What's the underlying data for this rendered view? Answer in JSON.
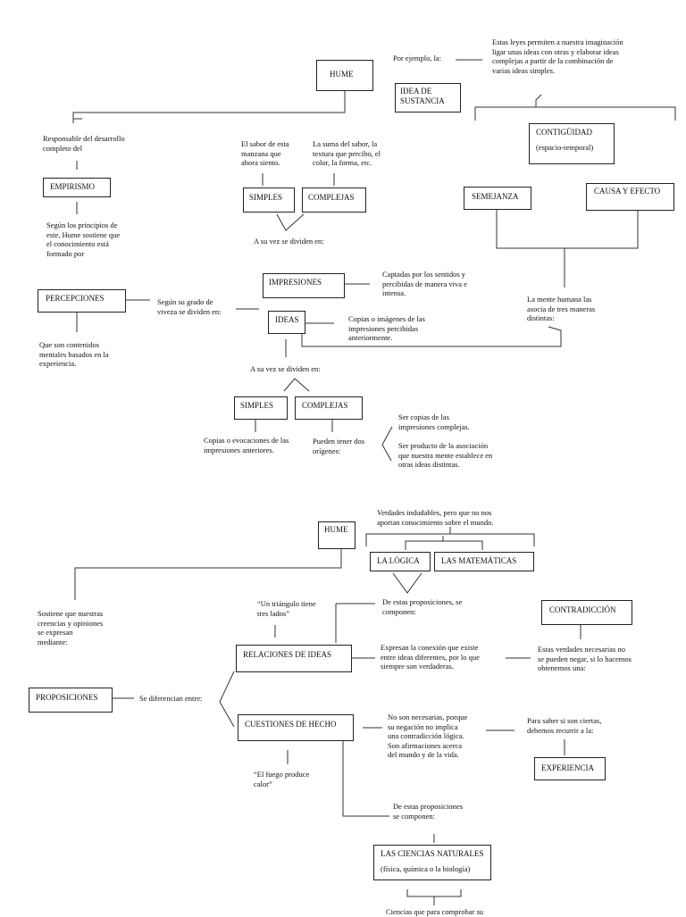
{
  "map1": {
    "hume": "HUME",
    "por_ejemplo": "Por ejemplo, la:",
    "idea_sustancia": [
      "IDEA DE",
      "SUSTANCIA"
    ],
    "leyes": [
      "Estas leyes permiten a nuestra imaginación",
      "ligar unas ideas con otras y elaborar ideas",
      "complejas a partir de la combinación de",
      "varias ideas simples."
    ],
    "contiguidad": "CONTIGÜIDAD",
    "contiguidad_sub": "(espacio-temporal)",
    "semejanza": "SEMEJANZA",
    "causa_efecto": "CAUSA Y EFECTO",
    "mente_asocia": [
      "La mente humana las",
      "asocia de tres maneras",
      "distintas:"
    ],
    "responsable": [
      "Responsable del desarrollo",
      "completo del"
    ],
    "empirismo": "EMPIRISMO",
    "segun_principios": [
      "Según los principios de",
      "este, Hume sostiene que",
      "el conocimiento está",
      "formado por"
    ],
    "percepciones": "PERCEPCIONES",
    "contenidos": [
      "Que son contenidos",
      "mentales basados en la",
      "experiencia."
    ],
    "segun_grado": [
      "Según su grado de",
      "viveza se dividen en:"
    ],
    "sabor": [
      "El sabor de esta",
      "manzana que",
      "ahora siento."
    ],
    "suma": [
      "La suma del sabor, la",
      "textura que percibo, el",
      "color, la forma, etc."
    ],
    "simples_1": "SIMPLES",
    "complejas_1": "COMPLEJAS",
    "a_su_vez_1": "A su vez se dividen en:",
    "impresiones": "IMPRESIONES",
    "captadas": [
      "Captadas por los sentidos y",
      "percibidas de manera viva e",
      "intensa."
    ],
    "ideas": "IDEAS",
    "copias": [
      "Copias o imágenes de las",
      "impresiones percibidas",
      "anteriormente."
    ],
    "a_su_vez_2": "A su vez se dividen en:",
    "simples_2": "SIMPLES",
    "complejas_2": "COMPLEJAS",
    "evocaciones": [
      "Copias o evocaciones de las",
      "impresiones anteriores."
    ],
    "pueden_tener": [
      "Pueden tener dos",
      "orígenes:"
    ],
    "ser_copias": [
      "Ser copias de las",
      "impresiones complejas."
    ],
    "ser_producto": [
      "Ser producto de la asociación",
      "que nuestra mente establece en",
      "otras ideas distintas."
    ]
  },
  "map2": {
    "hume": "HUME",
    "verdades": [
      "Verdades indudables, pero que no nos",
      "aportan conocimiento sobre el mundo."
    ],
    "logica": "LA LÓGICA",
    "matematicas": "LAS MATEMÁTICAS",
    "sostiene": [
      "Sostiene que nuestras",
      "creencias y opiniones",
      "se expresan",
      "mediante:"
    ],
    "triangulo": [
      "“Un triángulo tiene",
      "tres lados”"
    ],
    "de_estas_1": [
      "De estas proposiciones, se",
      "componen:"
    ],
    "contradiccion": "CONTRADICCIÓN",
    "relaciones": "RELACIONES DE IDEAS",
    "expresan": [
      "Expresan la conexión que existe",
      "entre ideas diferentes, por lo que",
      "siempre son verdaderas."
    ],
    "necesarias": [
      "Estas verdades necesarias no",
      "se pueden negar, si lo hacemos",
      "obtenemos una:"
    ],
    "proposiciones": "PROPOSICIONES",
    "se_diferencian": "Se diferencian entre:",
    "cuestiones": "CUESTIONES DE HECHO",
    "no_necesarias": [
      "No son necesarias, porque",
      "su negación no implica",
      "una contradicción lógica.",
      "Son afirmaciones acerca",
      "del mundo y de la vida."
    ],
    "para_saber": [
      "Para saber si son ciertas,",
      "debemos recurrir a la:"
    ],
    "experiencia": "EXPERIENCIA",
    "fuego": [
      "“El fuego produce",
      "calor”"
    ],
    "de_estas_2": [
      "De estas proposiciones",
      "se componen:"
    ],
    "ciencias": "LAS CIENCIAS NATURALES",
    "ciencias_sub": "(física, química o la biología)",
    "ciencias_que": "Ciencias que para comprobar su"
  }
}
